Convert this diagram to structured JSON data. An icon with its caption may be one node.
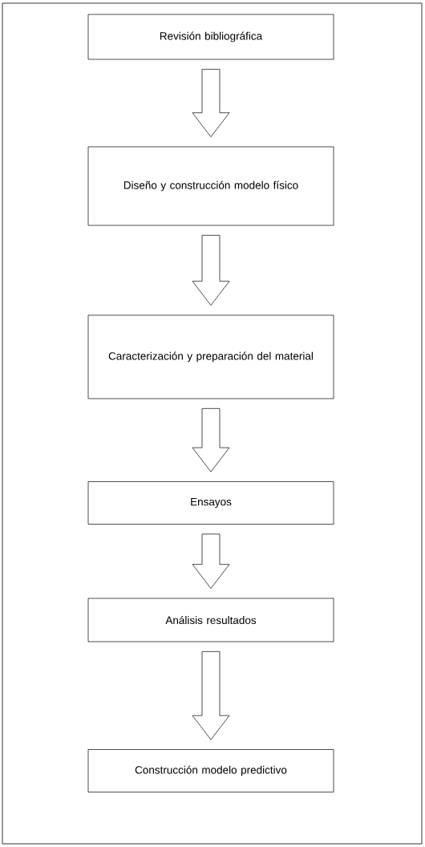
{
  "diagram": {
    "nodes": [
      {
        "text": [
          "Revisión bibliográfica"
        ]
      },
      {
        "text": [
          "Diseño y construcción modelo físico"
        ]
      },
      {
        "text": [
          "Caracterización y preparación del material"
        ]
      },
      {
        "text": [
          "Ensayos"
        ]
      },
      {
        "text": [
          "Análisis resultados"
        ]
      },
      {
        "text": [
          "Construcción modelo predictivo"
        ]
      }
    ],
    "edges": [
      {
        "from": 0,
        "to": 1,
        "arrow": "to"
      },
      {
        "from": 1,
        "to": 2,
        "arrow": "to"
      },
      {
        "from": 2,
        "to": 3,
        "arrow": "to"
      },
      {
        "from": 3,
        "to": 4,
        "arrow": "to"
      },
      {
        "from": 4,
        "to": 5,
        "arrow": "to"
      }
    ]
  }
}
